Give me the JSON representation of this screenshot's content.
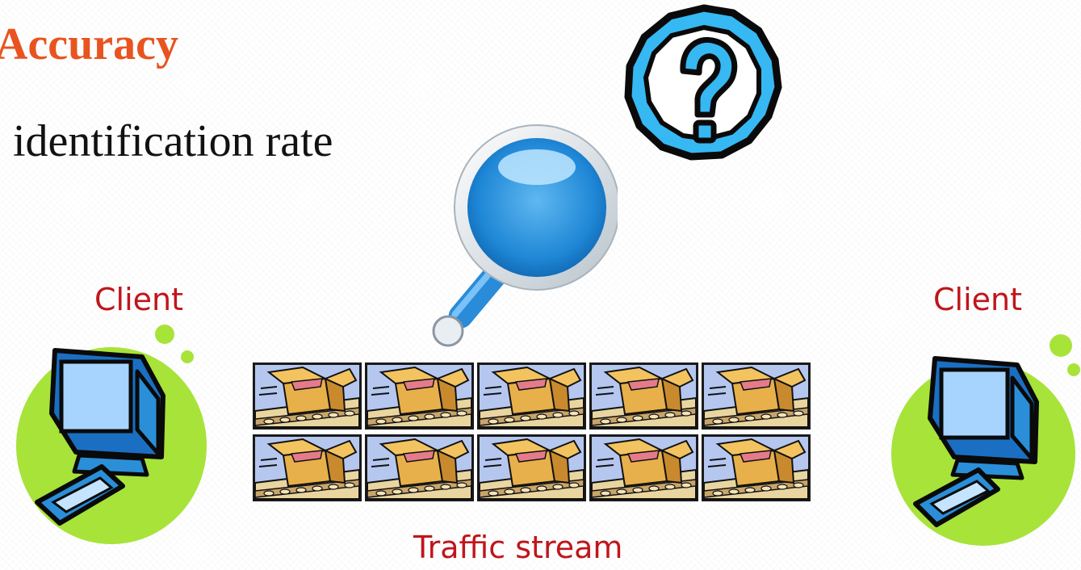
{
  "slide": {
    "title": "Accuracy",
    "bullet": "identification rate"
  },
  "diagram": {
    "left_client_label": "Client",
    "right_client_label": "Client",
    "stream_label": "Traffic stream",
    "packet_rows": 2,
    "packets_per_row": 5,
    "icons": [
      "question-mark-icon",
      "magnifying-glass-icon",
      "computer-icon",
      "package-box-icon"
    ]
  },
  "colors": {
    "title": "#e8541f",
    "label": "#c0151b",
    "client_blob": "#a8e33a",
    "computer": "#2a8fd8",
    "magnifier": "#1f87d6"
  }
}
